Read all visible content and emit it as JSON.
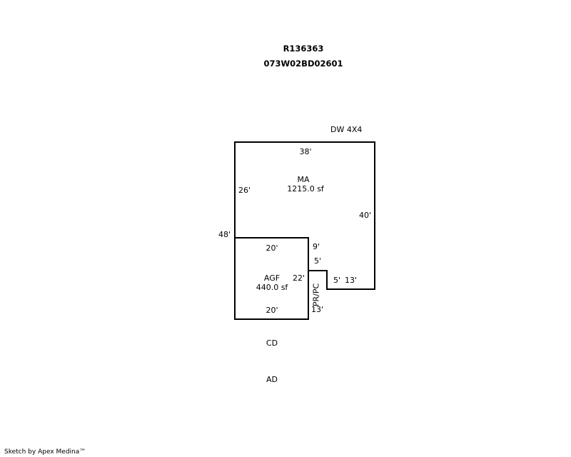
{
  "header": {
    "account": "R136363",
    "map_tax_lot": "073W02BD02601"
  },
  "areas": [
    {
      "code": "MA",
      "area": "1215.0 sf"
    },
    {
      "code": "AGF",
      "area": "440.0 sf"
    },
    {
      "code": "PR/PC"
    }
  ],
  "dimensions": {
    "ma_top": "38'",
    "ma_left": "26'",
    "ma_right": "40'",
    "overall_left": "48'",
    "agf_top": "20'",
    "agf_bottom": "20'",
    "agf_right": "22'",
    "step_9": "9'",
    "step_5": "5'",
    "porch_5": "5'",
    "porch_13": "13'",
    "lower_13": "13'"
  },
  "labels": {
    "dw": "DW 4X4",
    "cd": "CD",
    "ad": "AD"
  },
  "footer": {
    "credit": "Sketch by Apex Medina™"
  }
}
